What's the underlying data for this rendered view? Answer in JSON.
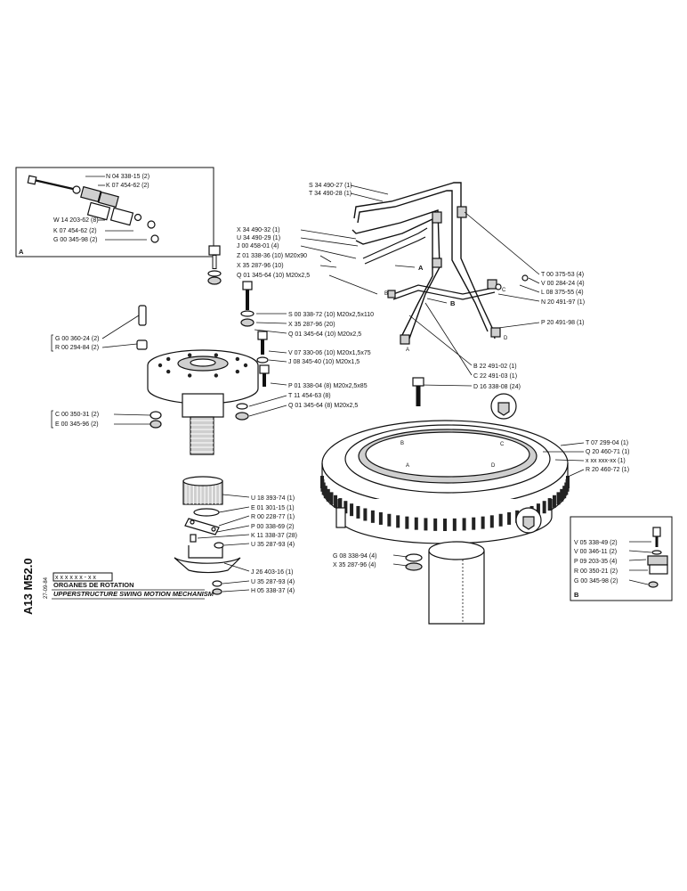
{
  "inset_a": {
    "letter": "A",
    "labels": [
      "N 04 338-15 (2)",
      "K 07 454-62 (2)",
      "W 14 203-62 (8)",
      "K 07 454-62 (2)",
      "G 00 345-98 (2)"
    ]
  },
  "inset_b": {
    "letter": "B",
    "labels": [
      "V 05 338-49 (2)",
      "V 00 346-11 (2)",
      "P 09 203-35 (4)",
      "R 00 350-21 (2)",
      "G 00 345-98 (2)"
    ]
  },
  "top_labels": [
    "S 34 490-27 (1)",
    "T 34 490-28 (1)"
  ],
  "mid_left_labels": [
    "X 34 490-32 (1)",
    "U 34 490-29 (1)",
    "J 00 458-01 (4)",
    "Z 01 338-36 (10) M20x90",
    "X 35 287-96 (10)",
    "Q 01 345-64 (10) M20x2,5"
  ],
  "right_upper_labels": [
    "T 00 375-53 (4)",
    "V 00 284-24 (4)",
    "L 08 375-55 (4)",
    "N 20 491-97 (1)",
    "P 20 491-98 (1)"
  ],
  "center_labels": [
    "S 00 338-72 (10) M20x2,5x110",
    "X 35 287-96 (20)",
    "Q 01 345-64 (10) M20x2,5",
    "V 07 330-06 (10) M20x1,5x75",
    "J 08 345-40 (10) M20x1,5",
    "P 01 338-04 (8) M20x2,5x85",
    "T 11 454-63 (8)",
    "Q 01 345-64 (8) M20x2,5"
  ],
  "bcd_labels": [
    "B 22 491-02 (1)",
    "C 22 491-03 (1)",
    "D 16 338-08 (24)"
  ],
  "ring_labels": [
    "T 07 299-04 (1)",
    "Q 20 460-71 (1)",
    "x xx xxx-xx (1)",
    "R 20 460-72 (1)"
  ],
  "left_labels": [
    "G 00 360-24 (2)",
    "R 00 294-84 (2)",
    "C 00 350-31 (2)",
    "E 00 345-96 (2)"
  ],
  "pinion_labels": [
    "U 18 393-74 (1)",
    "E 01 301-15 (1)",
    "R 00 228-77 (1)",
    "P 00 338-69 (2)",
    "K 11 338-37 (28)",
    "U 35 287-93 (4)",
    "J 26 403-16 (1)",
    "U 35 287-93 (4)",
    "H 05 338-37 (4)"
  ],
  "bottom_labels": [
    "G 08 338-94 (4)",
    "X 35 287-96 (4)"
  ],
  "callouts": [
    "A",
    "B",
    "A",
    "B",
    "C",
    "D"
  ],
  "title_block": {
    "code": "A13 M52.0",
    "ref": "x x x  x x x - x x",
    "date": "27-09-84",
    "title_fr": "ORGANES DE ROTATION",
    "title_en": "UPPERSTRUCTURE SWING MOTION MECHANISM"
  }
}
